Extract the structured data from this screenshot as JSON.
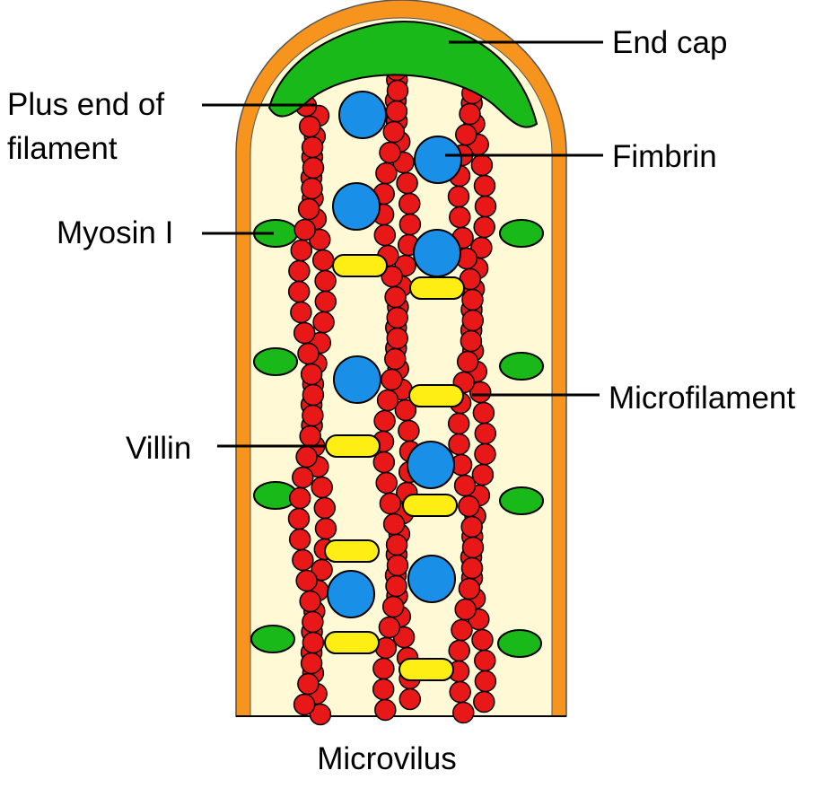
{
  "labels": {
    "end_cap": "End cap",
    "plus_end_line1": "Plus end of",
    "plus_end_line2": "filament",
    "fimbrin": "Fimbrin",
    "myosin_i": "Myosin I",
    "microfilament": "Microfilament",
    "villin": "Villin",
    "caption": "Microvilus"
  },
  "colors": {
    "membrane": "#f7941d",
    "cytoplasm": "#fff9d6",
    "end_cap": "#1ab91a",
    "actin_bead": "#e81818",
    "fimbrin": "#1a8fe8",
    "villin": "#ffee14",
    "myosin_i": "#1ab91a",
    "outline": "#000000"
  }
}
